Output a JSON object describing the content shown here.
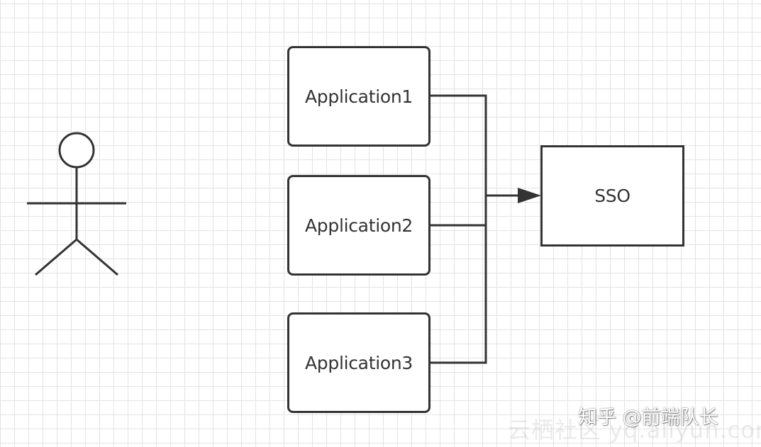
{
  "diagram": {
    "nodes": {
      "app1": {
        "label": "Application1"
      },
      "app2": {
        "label": "Application2"
      },
      "app3": {
        "label": "Application3"
      },
      "sso": {
        "label": "SSO"
      }
    },
    "edges": [
      {
        "from": "app1",
        "to": "sso"
      },
      {
        "from": "app2",
        "to": "sso"
      },
      {
        "from": "app3",
        "to": "sso"
      }
    ],
    "actor": {
      "icon": "stick-figure-user-icon"
    }
  },
  "watermark": {
    "site_text": "云栖社区 yq.aliyun.com",
    "credit_text": "知乎 @前端队长"
  },
  "colors": {
    "stroke": "#333333",
    "grid": "#e3e3e3",
    "background": "#ffffff"
  }
}
